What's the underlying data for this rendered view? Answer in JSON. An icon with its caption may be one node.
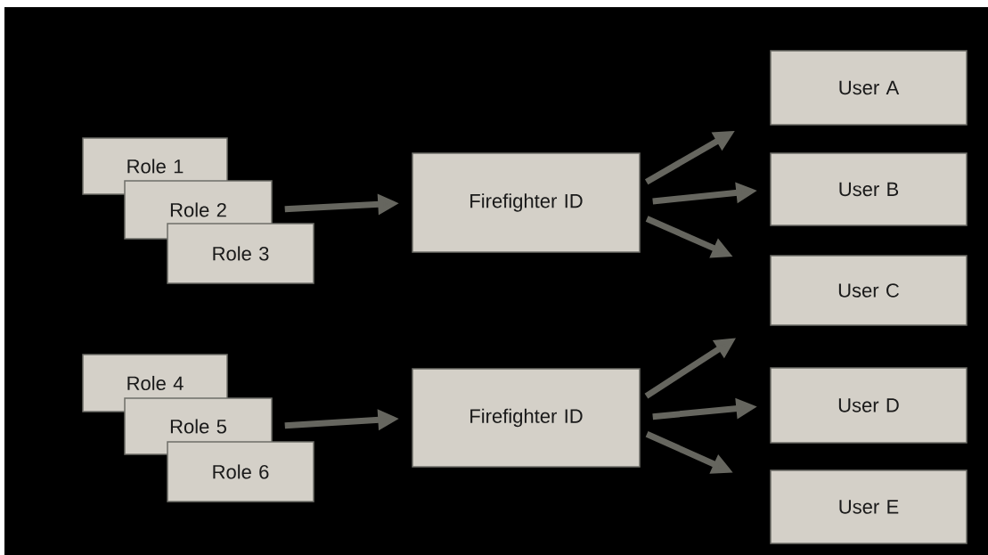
{
  "diagram": {
    "nodes": [
      {
        "text": [
          "Role 1"
        ]
      },
      {
        "text": [
          "Role 2"
        ]
      },
      {
        "text": [
          "Role 3"
        ]
      },
      {
        "text": [
          "Firefighter ID"
        ]
      },
      {
        "text": [
          "Role 4"
        ]
      },
      {
        "text": [
          "Role 5"
        ]
      },
      {
        "text": [
          "Role 6"
        ]
      },
      {
        "text": [
          "Firefighter ID"
        ]
      },
      {
        "text": [
          "User A"
        ]
      },
      {
        "text": [
          "User B"
        ]
      },
      {
        "text": [
          "User C"
        ]
      },
      {
        "text": [
          "User D"
        ]
      },
      {
        "text": [
          "User E"
        ]
      }
    ],
    "edges": [
      {
        "from": 1,
        "to": 3,
        "arrow": "to"
      },
      {
        "from": 5,
        "to": 7,
        "arrow": "to"
      },
      {
        "from": 3,
        "to": 8,
        "arrow": "to"
      },
      {
        "from": 3,
        "to": 9,
        "arrow": "to"
      },
      {
        "from": 3,
        "to": 10,
        "arrow": "to"
      },
      {
        "from": 7,
        "to": 10,
        "arrow": "to"
      },
      {
        "from": 7,
        "to": 11,
        "arrow": "to"
      },
      {
        "from": 7,
        "to": 12,
        "arrow": "to"
      }
    ]
  }
}
